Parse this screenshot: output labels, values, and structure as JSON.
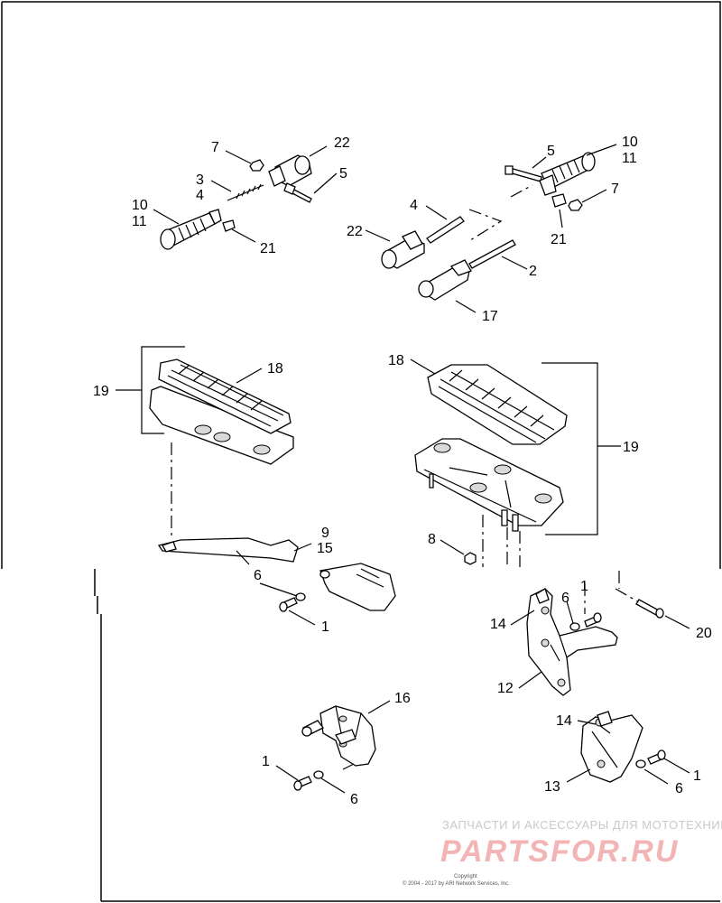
{
  "callouts": [
    {
      "id": "c7a",
      "text": "7"
    },
    {
      "id": "c22a",
      "text": "22"
    },
    {
      "id": "c3",
      "text": "3"
    },
    {
      "id": "c4a",
      "text": "4"
    },
    {
      "id": "c5a",
      "text": "5"
    },
    {
      "id": "c10a",
      "text": "10"
    },
    {
      "id": "c11a",
      "text": "11"
    },
    {
      "id": "c21a",
      "text": "21"
    },
    {
      "id": "c5b",
      "text": "5"
    },
    {
      "id": "c10b",
      "text": "10"
    },
    {
      "id": "c11b",
      "text": "11"
    },
    {
      "id": "c7b",
      "text": "7"
    },
    {
      "id": "c4b",
      "text": "4"
    },
    {
      "id": "c22b",
      "text": "22"
    },
    {
      "id": "c21b",
      "text": "21"
    },
    {
      "id": "c2",
      "text": "2"
    },
    {
      "id": "c17",
      "text": "17"
    },
    {
      "id": "c19a",
      "text": "19"
    },
    {
      "id": "c18a",
      "text": "18"
    },
    {
      "id": "c18b",
      "text": "18"
    },
    {
      "id": "c19b",
      "text": "19"
    },
    {
      "id": "c9",
      "text": "9"
    },
    {
      "id": "c15",
      "text": "15"
    },
    {
      "id": "c8",
      "text": "8"
    },
    {
      "id": "c6a",
      "text": "6"
    },
    {
      "id": "c1a",
      "text": "1"
    },
    {
      "id": "c1b",
      "text": "1"
    },
    {
      "id": "c6b",
      "text": "6"
    },
    {
      "id": "c14a",
      "text": "14"
    },
    {
      "id": "c20",
      "text": "20"
    },
    {
      "id": "c12",
      "text": "12"
    },
    {
      "id": "c16",
      "text": "16"
    },
    {
      "id": "c14b",
      "text": "14"
    },
    {
      "id": "c1c",
      "text": "1"
    },
    {
      "id": "c6c",
      "text": "6"
    },
    {
      "id": "c1d",
      "text": "1"
    },
    {
      "id": "c13",
      "text": "13"
    },
    {
      "id": "c6d",
      "text": "6"
    }
  ],
  "watermark": {
    "tagline": "ЗАПЧАСТИ И АКСЕССУАРЫ ДЛЯ МОТОТЕХНИКИ",
    "brand": "PARTSFOR.RU"
  },
  "copyright": {
    "title": "Copyright",
    "line": "© 2004 - 2017 by ARI Network Services, Inc."
  }
}
